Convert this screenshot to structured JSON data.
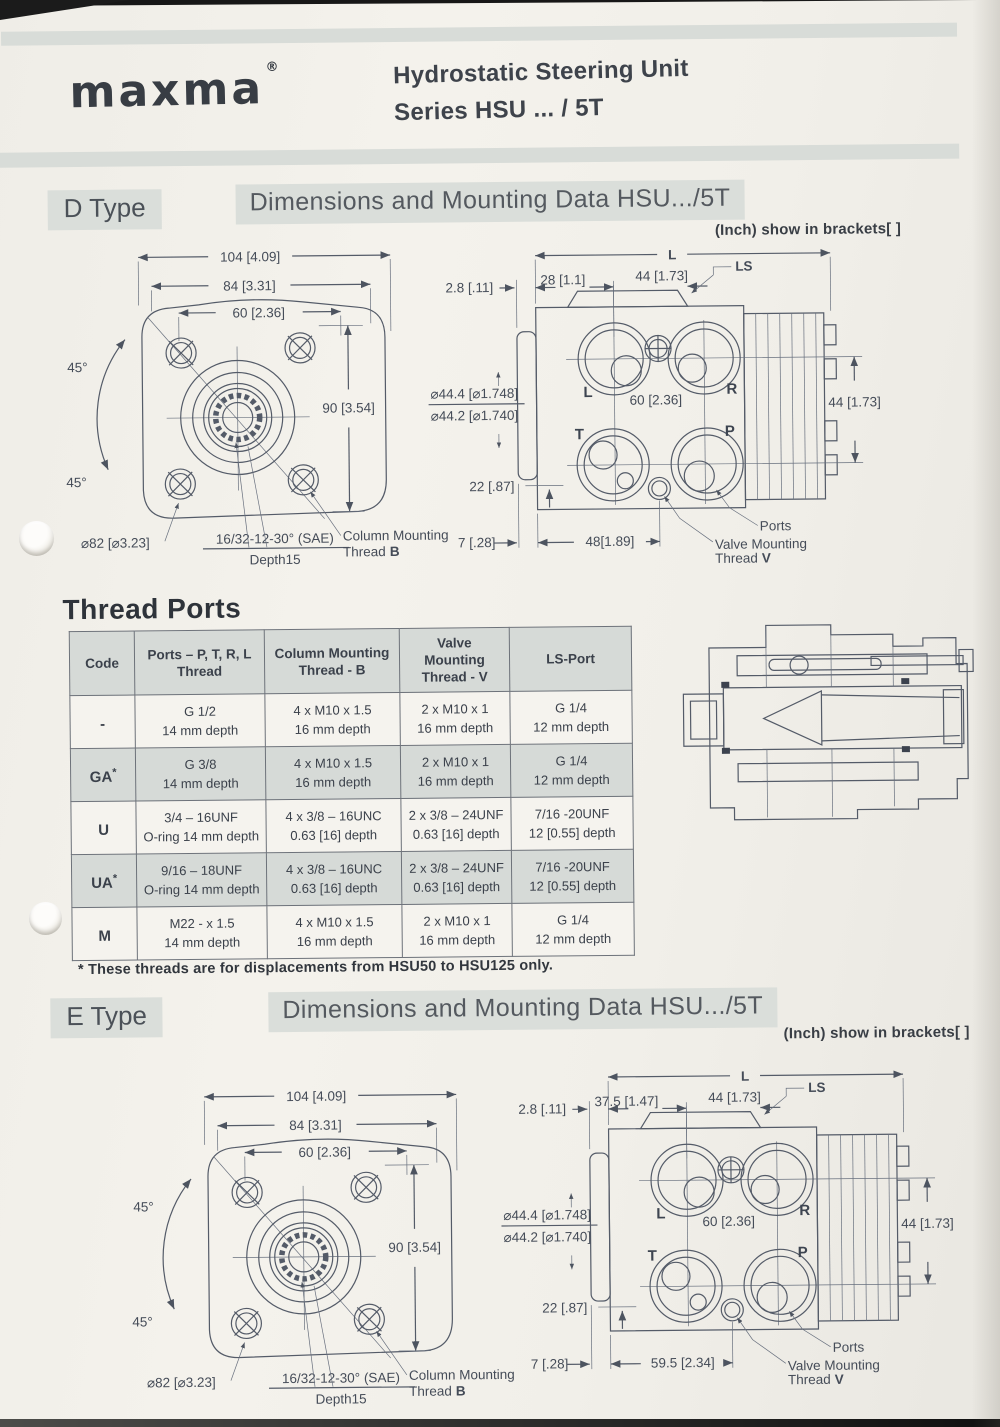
{
  "header": {
    "logo": "maxma",
    "reg": "®",
    "title1": "Hydrostatic Steering Unit",
    "title2": "Series HSU ... / 5T"
  },
  "sections": {
    "d": {
      "label": "D Type",
      "heading": "Dimensions and Mounting Data HSU.../5T",
      "inch_note": "(Inch) show in brackets[ ]",
      "front": {
        "dim104": "104 [4.09]",
        "dim84": "84 [3.31]",
        "dim60": "60 [2.36]",
        "dim90": "90 [3.54]",
        "angle_top": "45°",
        "angle_bottom": "45°",
        "dia82": "⌀82 [⌀3.23]",
        "spline": "16/32-12-30° (SAE)",
        "depth": "Depth15",
        "col_mount": "Column Mounting",
        "thread_b_word": "Thread",
        "thread_b_letter": "B"
      },
      "side": {
        "dimL": "L",
        "dim2_8": "2.8 [.11]",
        "dim_offset": "28 [1.1]",
        "dim44_top": "44 [1.73]",
        "ls": "LS",
        "portL": "L",
        "portR": "R",
        "portT": "T",
        "portP": "P",
        "dim60": "60 [2.36]",
        "dim44_right": "44 [1.73]",
        "dia1": "⌀44.4 [⌀1.748]",
        "dia2": "⌀44.2 [⌀1.740]",
        "dim22": "22 [.87]",
        "dim7": "7 [.28]",
        "dim_bottom": "48[1.89]",
        "ports": "Ports",
        "valve1": "Valve Mounting",
        "valve2_word": "Thread",
        "valve2_letter": "V"
      }
    },
    "e": {
      "label": "E Type",
      "heading": "Dimensions and Mounting Data HSU.../5T",
      "inch_note": "(Inch) show in brackets[ ]",
      "front": {
        "dim104": "104 [4.09]",
        "dim84": "84 [3.31]",
        "dim60": "60 [2.36]",
        "dim90": "90 [3.54]",
        "angle_top": "45°",
        "angle_bottom": "45°",
        "dia82": "⌀82 [⌀3.23]",
        "spline": "16/32-12-30° (SAE)",
        "depth": "Depth15",
        "col_mount": "Column Mounting",
        "thread_b_word": "Thread",
        "thread_b_letter": "B"
      },
      "side": {
        "dimL": "L",
        "dim2_8": "2.8 [.11]",
        "dim_offset": "37.5 [1.47]",
        "dim44_top": "44 [1.73]",
        "ls": "LS",
        "portL": "L",
        "portR": "R",
        "portT": "T",
        "portP": "P",
        "dim60": "60 [2.36]",
        "dim44_right": "44 [1.73]",
        "dia1": "⌀44.4 [⌀1.748]",
        "dia2": "⌀44.2 [⌀1.740]",
        "dim22": "22 [.87]",
        "dim7": "7 [.28]",
        "dim_bottom": "59.5 [2.34]",
        "ports": "Ports",
        "valve1": "Valve Mounting",
        "valve2_word": "Thread",
        "valve2_letter": "V"
      }
    }
  },
  "thread_ports": {
    "heading": "Thread Ports",
    "col_headers": [
      [
        "Code"
      ],
      [
        "Ports – P, T, R, L",
        "Thread"
      ],
      [
        "Column Mounting",
        "Thread - B"
      ],
      [
        "Valve",
        "Mounting",
        "Thread - V"
      ],
      [
        "LS-Port"
      ]
    ],
    "rows": [
      {
        "code": "-",
        "star": "",
        "cells": [
          [
            "G 1/2",
            "14 mm depth"
          ],
          [
            "4 x M10 x 1.5",
            "16 mm depth"
          ],
          [
            "2 x M10 x 1",
            "16 mm depth"
          ],
          [
            "G 1/4",
            "12 mm depth"
          ]
        ]
      },
      {
        "code": "GA",
        "star": "*",
        "cells": [
          [
            "G 3/8",
            "14 mm depth"
          ],
          [
            "4 x M10 x 1.5",
            "16 mm depth"
          ],
          [
            "2 x M10 x 1",
            "16 mm depth"
          ],
          [
            "G 1/4",
            "12 mm depth"
          ]
        ]
      },
      {
        "code": "U",
        "star": "",
        "cells": [
          [
            "3/4 – 16UNF",
            "O-ring 14 mm depth"
          ],
          [
            "4 x 3/8 – 16UNC",
            "0.63 [16] depth"
          ],
          [
            "2 x 3/8 – 24UNF",
            "0.63 [16] depth"
          ],
          [
            "7/16 -20UNF",
            "12 [0.55] depth"
          ]
        ]
      },
      {
        "code": "UA",
        "star": "*",
        "cells": [
          [
            "9/16 – 18UNF",
            "O-ring 14 mm depth"
          ],
          [
            "4 x 3/8 – 16UNC",
            "0.63 [16] depth"
          ],
          [
            "2 x 3/8 – 24UNF",
            "0.63 [16] depth"
          ],
          [
            "7/16 -20UNF",
            "12 [0.55] depth"
          ]
        ]
      },
      {
        "code": "M",
        "star": "",
        "cells": [
          [
            "M22 - x 1.5",
            "14 mm depth"
          ],
          [
            "4 x M10 x 1.5",
            "16 mm depth"
          ],
          [
            "2 x M10 x 1",
            "16 mm depth"
          ],
          [
            "G 1/4",
            "12 mm depth"
          ]
        ]
      }
    ],
    "footnote": "* These threads are for displacements from HSU50 to HSU125 only."
  }
}
